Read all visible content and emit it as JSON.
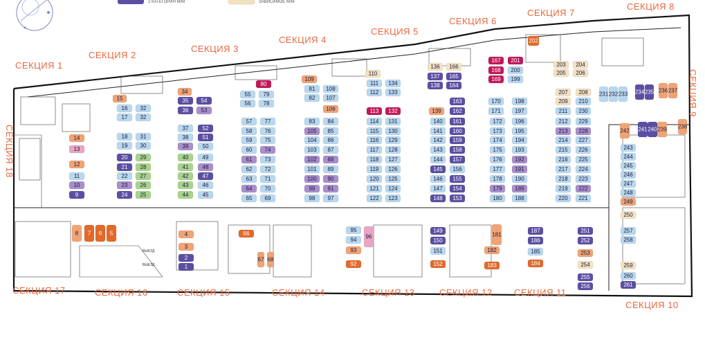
{
  "legend": [
    {
      "label": "2 КАТЕГОРИЯ М/М",
      "color": "#5b4fa3"
    },
    {
      "label": "ЗАВИСИМОЕ М/М",
      "color": "#f3e2c0"
    }
  ],
  "exit_label": "ВЫЕЗД",
  "sections": [
    "СЕКЦИЯ 1",
    "СЕКЦИЯ 2",
    "СЕКЦИЯ 3",
    "СЕКЦИЯ 4",
    "СЕКЦИЯ 5",
    "СЕКЦИЯ 6",
    "СЕКЦИЯ 7",
    "СЕКЦИЯ 8",
    "СЕКЦИЯ 9",
    "СЕКЦИЯ 10",
    "СЕКЦИЯ 11",
    "СЕКЦИЯ 12",
    "СЕКЦИЯ 13",
    "СЕКЦИЯ 14",
    "СЕКЦИЯ 15",
    "СЕКЦИЯ 16",
    "СЕКЦИЯ 17",
    "СЕКЦИЯ 18"
  ],
  "colors": {
    "light_blue": "#b9d8ee",
    "dark_blue": "#5b4fa3",
    "purple": "#a98fcb",
    "green": "#a9d38d",
    "orange": "#f0a476",
    "dark_orange": "#e16a2c",
    "pink": "#e9a6c2",
    "magenta": "#c2185b",
    "beige": "#f3e2c0"
  },
  "spots": [
    "8",
    "7",
    "6",
    "5",
    "14",
    "13",
    "12",
    "11",
    "10",
    "9",
    "15",
    "16",
    "32",
    "17",
    "32",
    "18",
    "31",
    "19",
    "30",
    "20",
    "29",
    "21",
    "28",
    "22",
    "27",
    "23",
    "26",
    "24",
    "25",
    "34",
    "35",
    "54",
    "36",
    "53",
    "37",
    "52",
    "38",
    "51",
    "39",
    "50",
    "40",
    "49",
    "41",
    "48",
    "42",
    "47",
    "43",
    "46",
    "44",
    "45",
    "55",
    "79",
    "56",
    "78",
    "57",
    "77",
    "58",
    "76",
    "59",
    "75",
    "60",
    "74",
    "61",
    "73",
    "62",
    "72",
    "63",
    "71",
    "64",
    "70",
    "65",
    "69",
    "80",
    "109",
    "81",
    "108",
    "82",
    "107",
    "83",
    "106",
    "84",
    "105",
    "85",
    "104",
    "86",
    "103",
    "87",
    "102",
    "88",
    "101",
    "89",
    "100",
    "90",
    "99",
    "91",
    "98",
    "97",
    "110",
    "111",
    "134",
    "112",
    "133",
    "113",
    "132",
    "114",
    "131",
    "115",
    "130",
    "116",
    "129",
    "117",
    "128",
    "118",
    "127",
    "119",
    "126",
    "120",
    "125",
    "121",
    "124",
    "122",
    "123",
    "136",
    "166",
    "137",
    "165",
    "138",
    "164",
    "139",
    "162",
    "163",
    "140",
    "161",
    "141",
    "160",
    "142",
    "159",
    "143",
    "158",
    "144",
    "157",
    "145",
    "156",
    "146",
    "155",
    "147",
    "154",
    "148",
    "153",
    "167",
    "201",
    "168",
    "200",
    "169",
    "199",
    "170",
    "198",
    "171",
    "197",
    "172",
    "196",
    "173",
    "195",
    "174",
    "194",
    "175",
    "193",
    "176",
    "192",
    "177",
    "191",
    "178",
    "190",
    "179",
    "189",
    "180",
    "188",
    "203",
    "204",
    "205",
    "206",
    "207",
    "208",
    "209",
    "210",
    "211",
    "230",
    "212",
    "229",
    "213",
    "228",
    "214",
    "227",
    "215",
    "226",
    "216",
    "225",
    "217",
    "224",
    "218",
    "223",
    "219",
    "222",
    "220",
    "221",
    "202",
    "231",
    "232",
    "233",
    "234",
    "235",
    "236",
    "237",
    "238",
    "242",
    "241",
    "240",
    "239",
    "243",
    "244",
    "245",
    "246",
    "247",
    "248",
    "249",
    "250",
    "257",
    "258",
    "259",
    "260",
    "261",
    "4",
    "3",
    "2",
    "1",
    "66",
    "67",
    "68",
    "95",
    "94",
    "96",
    "93",
    "92",
    "149",
    "150",
    "151",
    "152",
    "181",
    "182",
    "183",
    "187",
    "186",
    "185",
    "184",
    "251",
    "252",
    "253",
    "254",
    "255",
    "256"
  ]
}
